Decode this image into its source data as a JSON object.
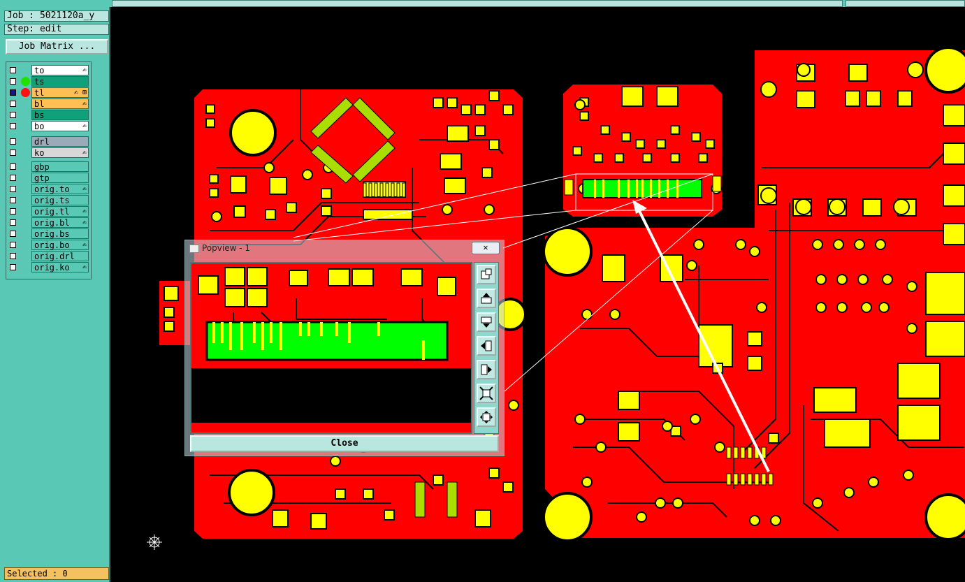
{
  "job_label": "Job : 5021120a_y",
  "step_label": "Step: edit",
  "job_matrix_button": "Job Matrix ...",
  "layers_group1": [
    {
      "name": "to",
      "color": "#ffffff",
      "dot": "",
      "checked": false,
      "mark": "✍"
    },
    {
      "name": "ts",
      "color": "#10a07a",
      "dot": "#22e000",
      "checked": false,
      "mark": ""
    },
    {
      "name": "tl",
      "color": "#ffbf55",
      "dot": "#ff1010",
      "checked": true,
      "mark": "✍ ⊞"
    },
    {
      "name": "bl",
      "color": "#ffbf55",
      "dot": "",
      "checked": false,
      "mark": "✍"
    },
    {
      "name": "bs",
      "color": "#10a07a",
      "dot": "",
      "checked": false,
      "mark": ""
    },
    {
      "name": "bo",
      "color": "#ffffff",
      "dot": "",
      "checked": false,
      "mark": "✍"
    }
  ],
  "layers_group2": [
    {
      "name": "drl",
      "color": "#9aaab8",
      "checked": false,
      "mark": ""
    },
    {
      "name": "ko",
      "color": "#d8d8d8",
      "checked": false,
      "mark": "✍"
    }
  ],
  "layers_group3": [
    {
      "name": "gbp",
      "color": "#59c9b6",
      "checked": false,
      "mark": ""
    },
    {
      "name": "gtp",
      "color": "#59c9b6",
      "checked": false,
      "mark": ""
    },
    {
      "name": "orig.to",
      "color": "#59c9b6",
      "checked": false,
      "mark": "✍"
    },
    {
      "name": "orig.ts",
      "color": "#59c9b6",
      "checked": false,
      "mark": ""
    },
    {
      "name": "orig.tl",
      "color": "#59c9b6",
      "checked": false,
      "mark": "✍"
    },
    {
      "name": "orig.bl",
      "color": "#59c9b6",
      "checked": false,
      "mark": "✍"
    },
    {
      "name": "orig.bs",
      "color": "#59c9b6",
      "checked": false,
      "mark": ""
    },
    {
      "name": "orig.bo",
      "color": "#59c9b6",
      "checked": false,
      "mark": "✍"
    },
    {
      "name": "orig.drl",
      "color": "#59c9b6",
      "checked": false,
      "mark": ""
    },
    {
      "name": "orig.ko",
      "color": "#59c9b6",
      "checked": false,
      "mark": "✍"
    }
  ],
  "selected_label": "Selected : 0",
  "popview": {
    "title": "Popview - 1",
    "close_x": "✕",
    "close_button": "Close"
  },
  "colors": {
    "board": "#ff0000",
    "pad": "#ffff00",
    "highlight": "#00ff00",
    "panel": "#59c9b6"
  },
  "icons": [
    "zoom-window-icon",
    "pan-up-icon",
    "pan-down-icon",
    "pan-left-icon",
    "pan-right-icon",
    "zoom-out-icon",
    "zoom-home-icon",
    "origin-crosshair-icon"
  ]
}
